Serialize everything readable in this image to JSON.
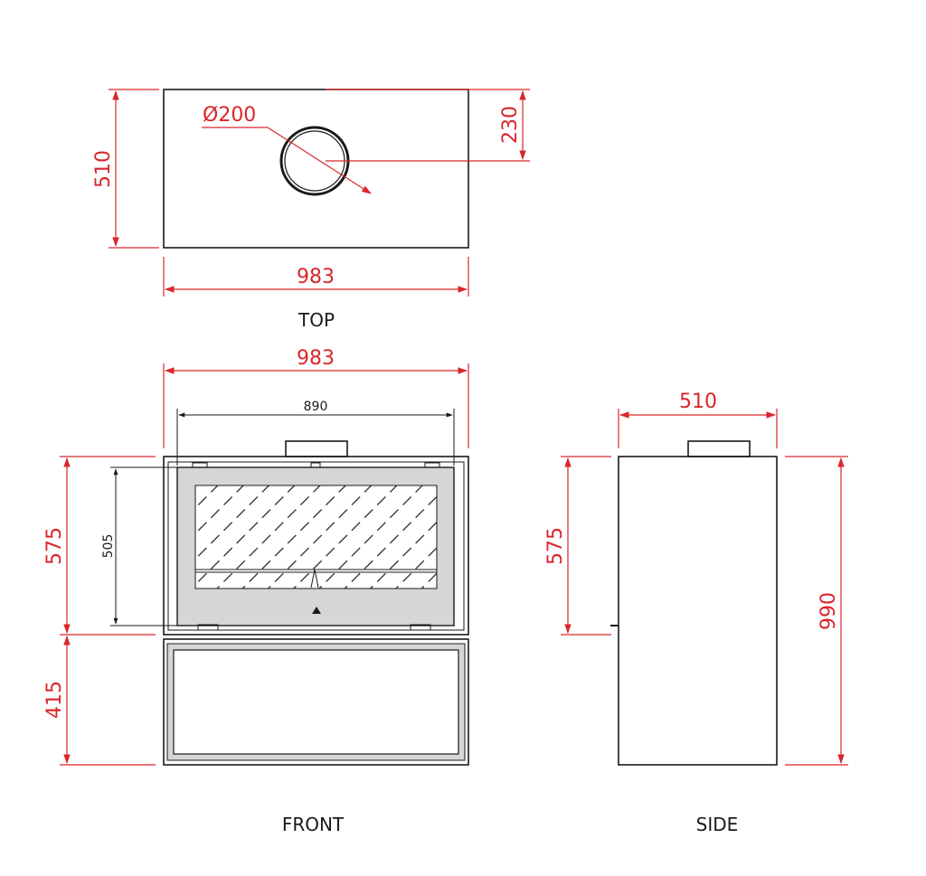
{
  "views": {
    "top": "TOP",
    "front": "FRONT",
    "side": "SIDE"
  },
  "dimensions": {
    "top_diameter": "Ø200",
    "top_offset": "230",
    "top_depth": "510",
    "top_width": "983",
    "front_width": "983",
    "front_inner_width": "890",
    "front_upper_height": "575",
    "front_glass_height": "505",
    "front_lower_height": "415",
    "side_depth": "510",
    "side_upper_height": "575",
    "side_total_height": "990"
  },
  "colors": {
    "dimension": "#d9262c",
    "line": "#1a1a1a",
    "fill": "#d6d6d6"
  }
}
